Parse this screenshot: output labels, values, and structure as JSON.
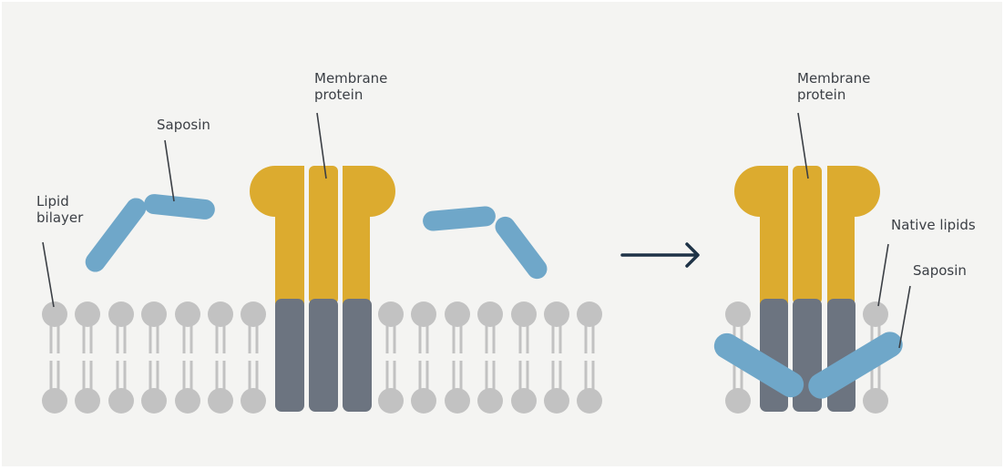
{
  "left_panel": {
    "saposin_label": "Saposin",
    "lipid_label_line1": "Lipid",
    "lipid_label_line2": "bilayer",
    "protein_label_line1": "Membrane",
    "protein_label_line2": "protein"
  },
  "right_panel": {
    "protein_label_line1": "Membrane",
    "protein_label_line2": "protein",
    "native_lipids_label": "Native lipids",
    "saposin_label": "Saposin"
  },
  "colors": {
    "background": "#f4f4f2",
    "saposin": "#6fa7c9",
    "protein_extracellular": "#dcab2f",
    "protein_transmembrane": "#6c7480",
    "lipid": "#c2c2c2",
    "arrow": "#1e3347",
    "label_text": "#3b3f45",
    "leader_line": "#3b3f45"
  }
}
